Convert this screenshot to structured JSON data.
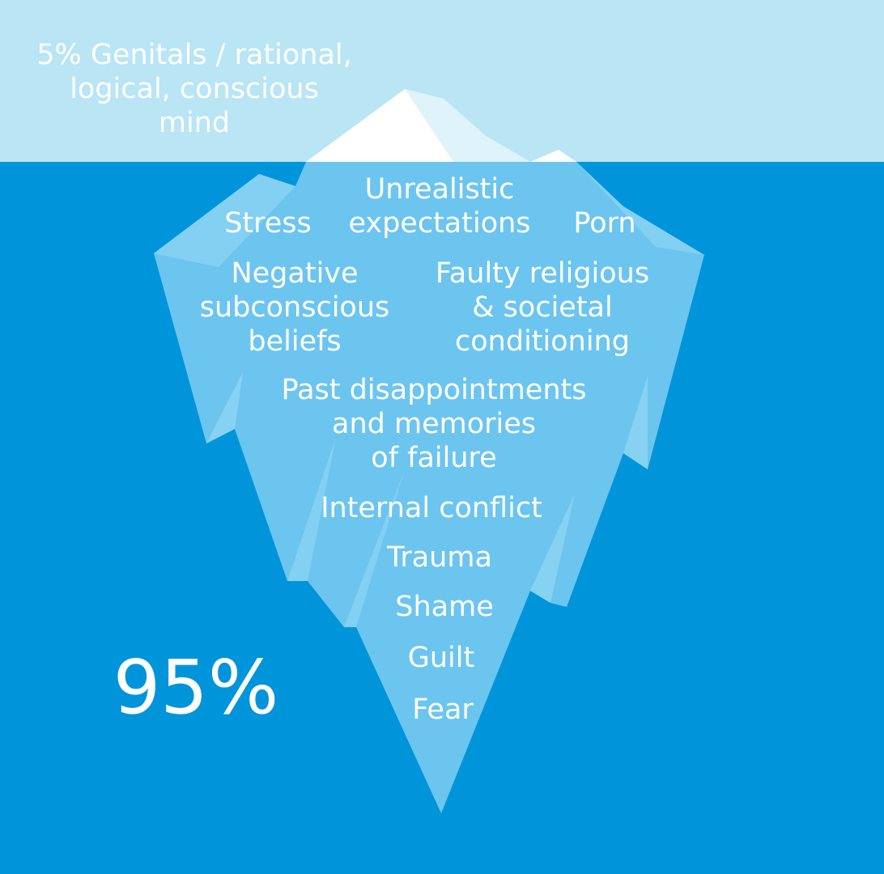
{
  "colors": {
    "sky": "#b9e5f5",
    "water": "#0095da",
    "ice_underwater": "#6cc5ef",
    "ice_highlight": "#8fd4f3",
    "ice_above": "#ffffff",
    "ice_above_shade": "#dff3fb",
    "text": "#ffffff"
  },
  "diagram": {
    "top_label": "5% Genitals / rational,\nlogical, conscious\nmind",
    "percent_label": "95%",
    "items": {
      "stress": "Stress",
      "unrealistic": "Unrealistic\nexpectations",
      "porn": "Porn",
      "negative": "Negative\nsubconscious\nbeliefs",
      "faulty": "Faulty religious\n& societal\nconditioning",
      "past": "Past disappointments\nand memories\nof failure",
      "internal": "Internal conflict",
      "trauma": "Trauma",
      "shame": "Shame",
      "guilt": "Guilt",
      "fear": "Fear"
    }
  }
}
